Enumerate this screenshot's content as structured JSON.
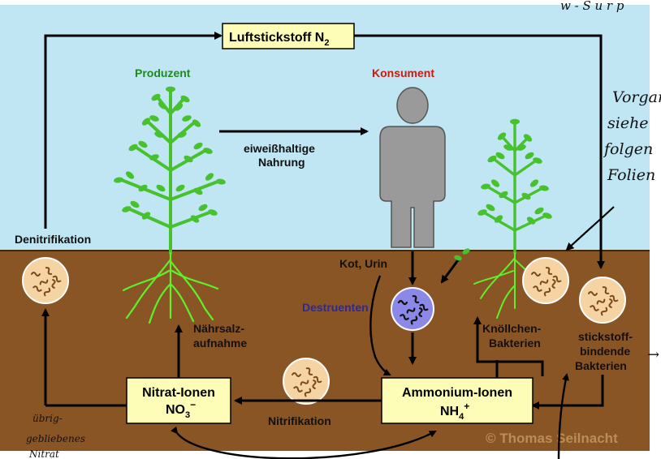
{
  "labels": {
    "air_nitrogen": "Luftstickstoff N",
    "air_nitrogen_sub": "2",
    "producer": "Produzent",
    "consumer": "Konsument",
    "food_line1": "eiweißhaltige",
    "food_line2": "Nahrung",
    "denitrification": "Denitrifikation",
    "feces_urine": "Kot, Urin",
    "decomposers": "Destruenten",
    "nutrient_line1": "Nährsalz-",
    "nutrient_line2": "aufnahme",
    "nodule_line1": "Knöllchen-",
    "nodule_line2": "Bakterien",
    "fixing_line1": "stickstoff-",
    "fixing_line2": "bindende",
    "fixing_line3": "Bakterien",
    "nitrate_line1": "Nitrat-Ionen",
    "nitrate_formula": "NO",
    "nitrate_sub": "3",
    "nitrate_sup": "−",
    "nitrification": "Nitrifikation",
    "ammonium_line1": "Ammonium-Ionen",
    "ammonium_formula": "NH",
    "ammonium_sub": "4",
    "ammonium_sup": "+",
    "copyright": "© Thomas Seilnacht"
  },
  "handwriting": {
    "top_right": "w - S u r p",
    "side_note_line1": "Vorgan",
    "side_note_line2": "siehe",
    "side_note_line3": "folgen",
    "side_note_line4": "Folien",
    "bottom_left_line1": "übrig-",
    "bottom_left_line2": "gebliebenes",
    "bottom_left_line3": "Nitrat",
    "right_mark": "→"
  },
  "colors": {
    "sky": "#bfe6f2",
    "soil": "#8a5524",
    "box_fill": "#fdfdb8",
    "plant": "#47c22e",
    "root": "#5ef02a",
    "producer_text": "#1e8a1e",
    "consumer_text": "#cc1a10",
    "decomposer_text": "#2a2a9a",
    "person": "#9a9a9a",
    "bacteria_fill": "#f6d3a2",
    "decomposer_fill": "#8c88e8"
  }
}
